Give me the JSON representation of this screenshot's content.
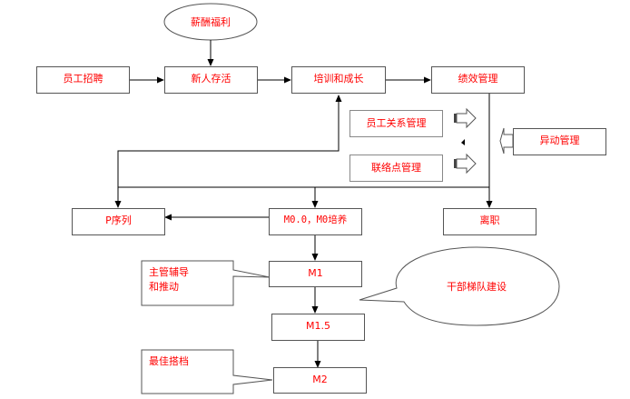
{
  "diagram": {
    "title": "员工成长流程图",
    "nodes": {
      "salary_benefits": "薪酬福利",
      "recruitment": "员工招聘",
      "onboarding": "新人存活",
      "training_growth": "培训和成长",
      "performance": "绩效管理",
      "employee_relations": "员工关系管理",
      "liaison_management": "联络点管理",
      "transfer_management": "异动管理",
      "p_sequence": "P序列",
      "m0_training": "M0.0，M0培养",
      "resignation": "离职",
      "m1": "M1",
      "m1_5": "M1.5",
      "m2": "M2"
    },
    "callouts": {
      "supervisor_coaching_line1": "主管辅导",
      "supervisor_coaching_line2": "和推动",
      "cadre_pipeline": "干部梯队建设",
      "best_partner": "最佳搭档"
    },
    "edges": [
      {
        "from": "salary_benefits",
        "to": "onboarding"
      },
      {
        "from": "recruitment",
        "to": "onboarding"
      },
      {
        "from": "onboarding",
        "to": "training_growth"
      },
      {
        "from": "training_growth",
        "to": "performance"
      },
      {
        "from": "performance",
        "to": "p_sequence"
      },
      {
        "from": "performance",
        "to": "m0_training"
      },
      {
        "from": "performance",
        "to": "resignation"
      },
      {
        "from": "performance",
        "to": "training_growth"
      },
      {
        "from": "m0_training",
        "to": "p_sequence"
      },
      {
        "from": "m0_training",
        "to": "m1"
      },
      {
        "from": "m1",
        "to": "m1_5"
      },
      {
        "from": "m1_5",
        "to": "m2"
      }
    ],
    "colors": {
      "text": "#ff0000",
      "line": "#000000",
      "border": "#555555"
    }
  }
}
